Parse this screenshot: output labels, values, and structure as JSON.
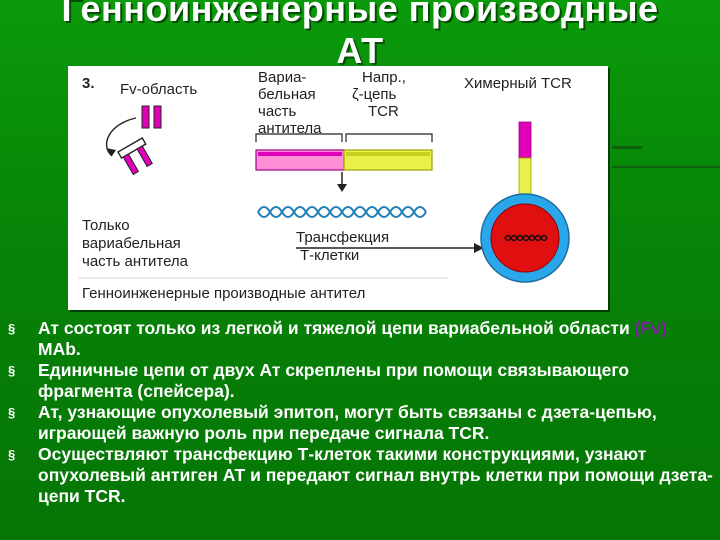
{
  "slide": {
    "title_line1": "Генноинженерные производные",
    "title_line2": "АТ"
  },
  "figure": {
    "panel_number": "3.",
    "fv_label": "Fv-область",
    "var_label": [
      "Вариа-",
      "бельная",
      "часть",
      "антитела"
    ],
    "zeta_label": [
      "Напр.,",
      "ζ-цепь",
      "TCR"
    ],
    "chimeric_label": "Химерный TCR",
    "only_var_label": [
      "Только",
      "вариабельная",
      "часть антитела"
    ],
    "transfection_label": [
      "Трансфекция",
      "Т-клетки"
    ],
    "caption": "Генноинженерные производные антител",
    "colors": {
      "magenta": "#e000b8",
      "yellow": "#e8f04a",
      "pink": "#ff8fd6",
      "dna_blue": "#1f7fb8",
      "cell_blue": "#2aa6ea",
      "nucleus_red": "#e01010"
    }
  },
  "bullets": [
    {
      "pre": "Ат состоят только из легкой и тяжелой цепи вариабельной области ",
      "accent": "(Fv)",
      "post": " MAb."
    },
    {
      "pre": "Единичные цепи от двух Ат скреплены при помощи связывающего фрагмента (спейсера).",
      "accent": "",
      "post": ""
    },
    {
      "pre": "Ат, узнающие опухолевый эпитоп, могут быть связаны с дзета-цепью, играющей важную роль при передаче сигнала TCR.",
      "accent": "",
      "post": ""
    },
    {
      "pre": "Осуществляют трансфекцию Т-клеток такими конструкциями, узнают опухолевый антиген АТ и передают сигнал внутрь клетки при помощи дзета-цепи TCR.",
      "accent": "",
      "post": ""
    }
  ]
}
